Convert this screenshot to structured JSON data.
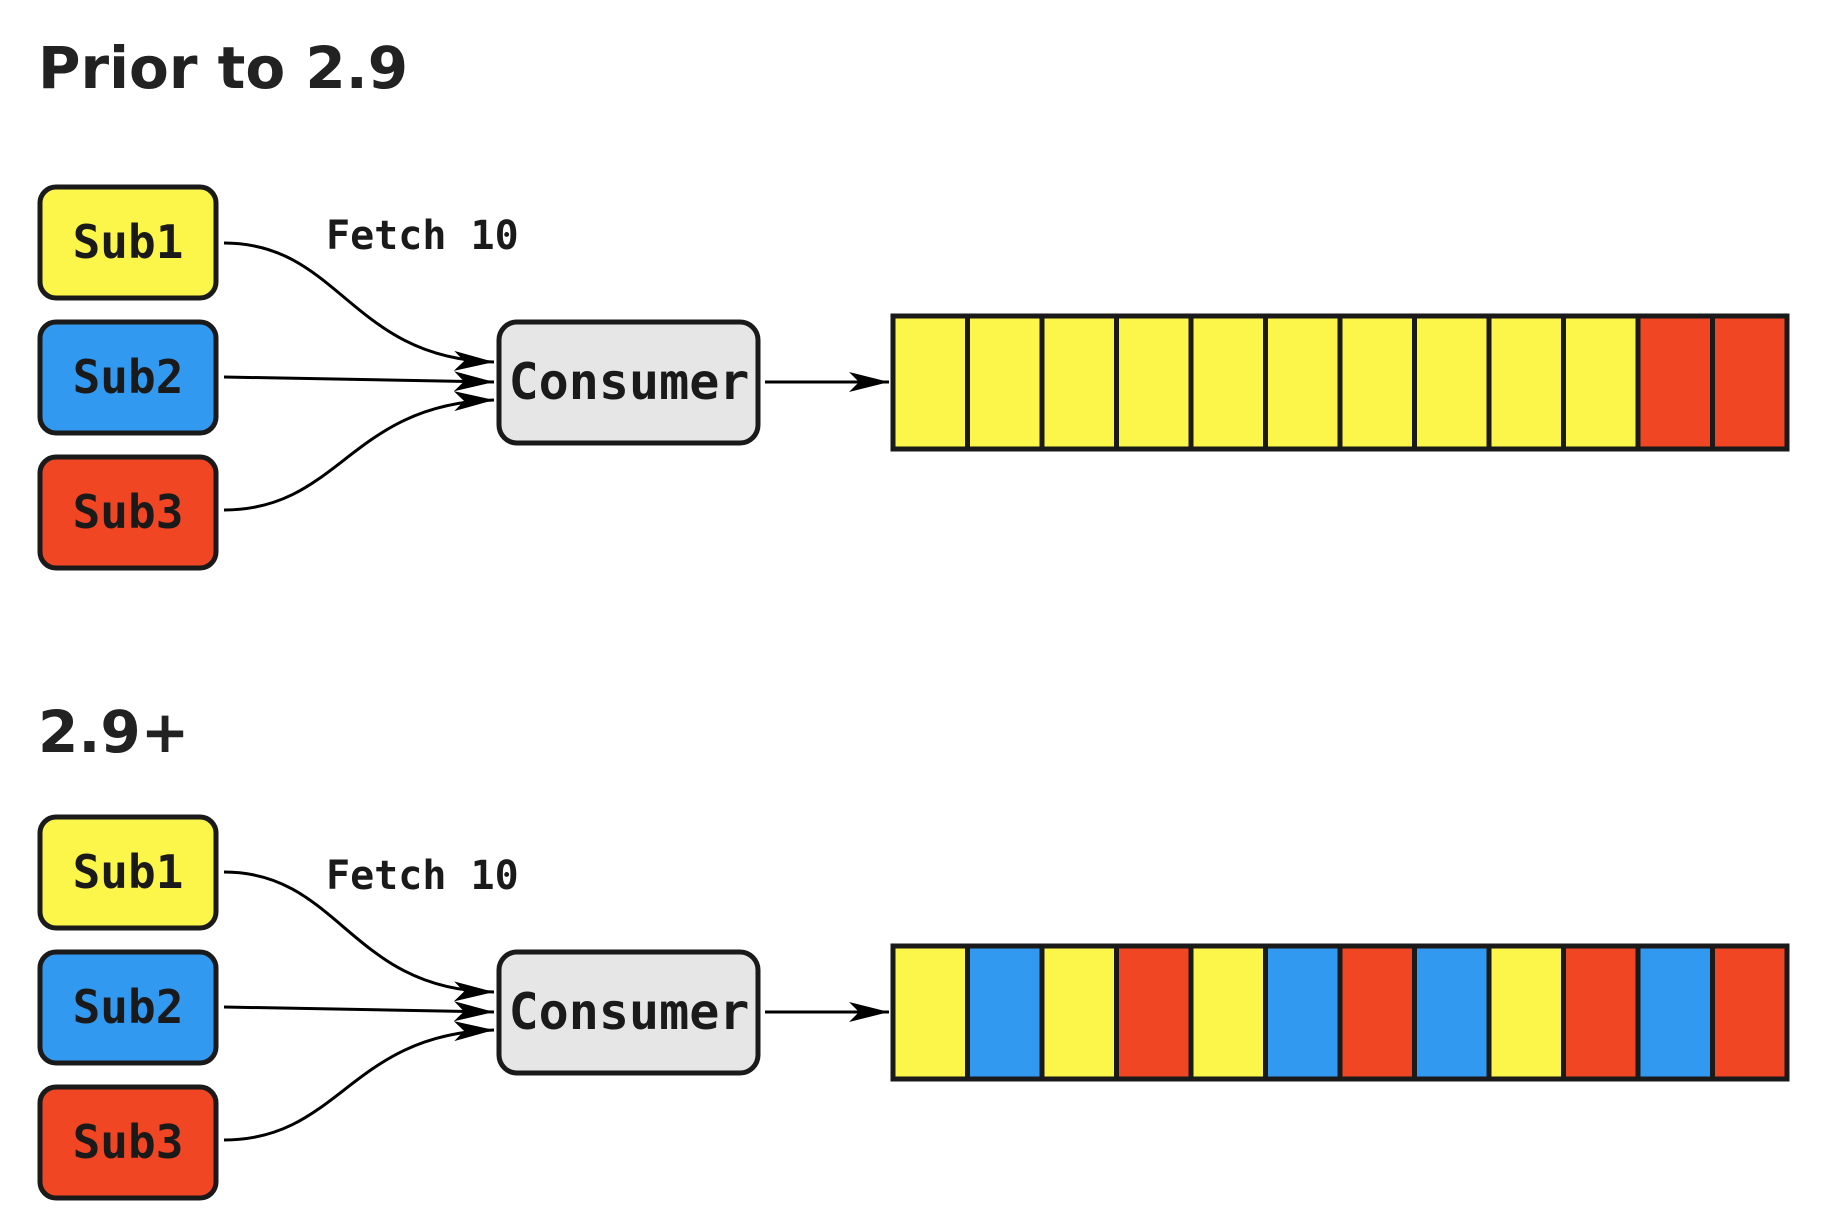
{
  "colors": {
    "yellow": "#fcf64a",
    "blue": "#3299f0",
    "red": "#f04624",
    "consumer": "#e6e6e6"
  },
  "sections": [
    {
      "title": "Prior to 2.9",
      "subscriptions": [
        {
          "label": "Sub1",
          "color": "yellow"
        },
        {
          "label": "Sub2",
          "color": "blue"
        },
        {
          "label": "Sub3",
          "color": "red"
        }
      ],
      "fetch_label": "Fetch 10",
      "consumer_label": "Consumer",
      "queue": [
        "yellow",
        "yellow",
        "yellow",
        "yellow",
        "yellow",
        "yellow",
        "yellow",
        "yellow",
        "yellow",
        "yellow",
        "red",
        "red"
      ]
    },
    {
      "title": "2.9+",
      "subscriptions": [
        {
          "label": "Sub1",
          "color": "yellow"
        },
        {
          "label": "Sub2",
          "color": "blue"
        },
        {
          "label": "Sub3",
          "color": "red"
        }
      ],
      "fetch_label": "Fetch 10",
      "consumer_label": "Consumer",
      "queue": [
        "yellow",
        "blue",
        "yellow",
        "red",
        "yellow",
        "blue",
        "red",
        "blue",
        "yellow",
        "red",
        "blue",
        "red"
      ]
    }
  ]
}
